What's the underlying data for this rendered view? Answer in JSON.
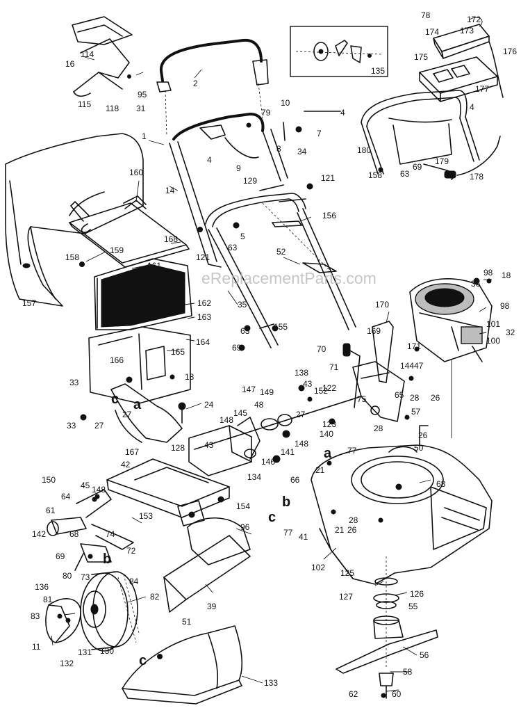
{
  "watermark": "eReplacementParts.com",
  "inset_label": "135",
  "ref_letters": [
    "c",
    "a",
    "c",
    "b",
    "a",
    "b",
    "c"
  ],
  "part_numbers": [
    "172",
    "78",
    "173",
    "174",
    "176",
    "175",
    "177",
    "4",
    "180",
    "179",
    "158",
    "69",
    "63",
    "178",
    "114",
    "16",
    "95",
    "115",
    "118",
    "31",
    "2",
    "135",
    "1",
    "79",
    "10",
    "4",
    "7",
    "8",
    "34",
    "4",
    "9",
    "129",
    "14",
    "121",
    "160",
    "156",
    "63",
    "5",
    "168",
    "121",
    "52",
    "159",
    "158",
    "161",
    "157",
    "162",
    "163",
    "164",
    "165",
    "35",
    "98",
    "18",
    "36",
    "98",
    "101",
    "32",
    "100",
    "63",
    "155",
    "69",
    "170",
    "169",
    "171",
    "144",
    "47",
    "166",
    "18",
    "33",
    "27",
    "24",
    "33",
    "27",
    "167",
    "70",
    "71",
    "138",
    "43",
    "152",
    "122",
    "147",
    "149",
    "48",
    "145",
    "148",
    "27",
    "75",
    "65",
    "28",
    "26",
    "28",
    "57",
    "26",
    "123",
    "140",
    "148",
    "141",
    "146",
    "134",
    "128",
    "43",
    "154",
    "77",
    "21",
    "50",
    "66",
    "68",
    "42",
    "150",
    "45",
    "148",
    "64",
    "61",
    "153",
    "96",
    "142",
    "68",
    "74",
    "72",
    "69",
    "73",
    "21",
    "28",
    "26",
    "77",
    "41",
    "102",
    "125",
    "126",
    "136",
    "80",
    "84",
    "81",
    "82",
    "83",
    "39",
    "127",
    "55",
    "11",
    "130",
    "131",
    "132",
    "51",
    "56",
    "133",
    "58",
    "62",
    "60"
  ]
}
